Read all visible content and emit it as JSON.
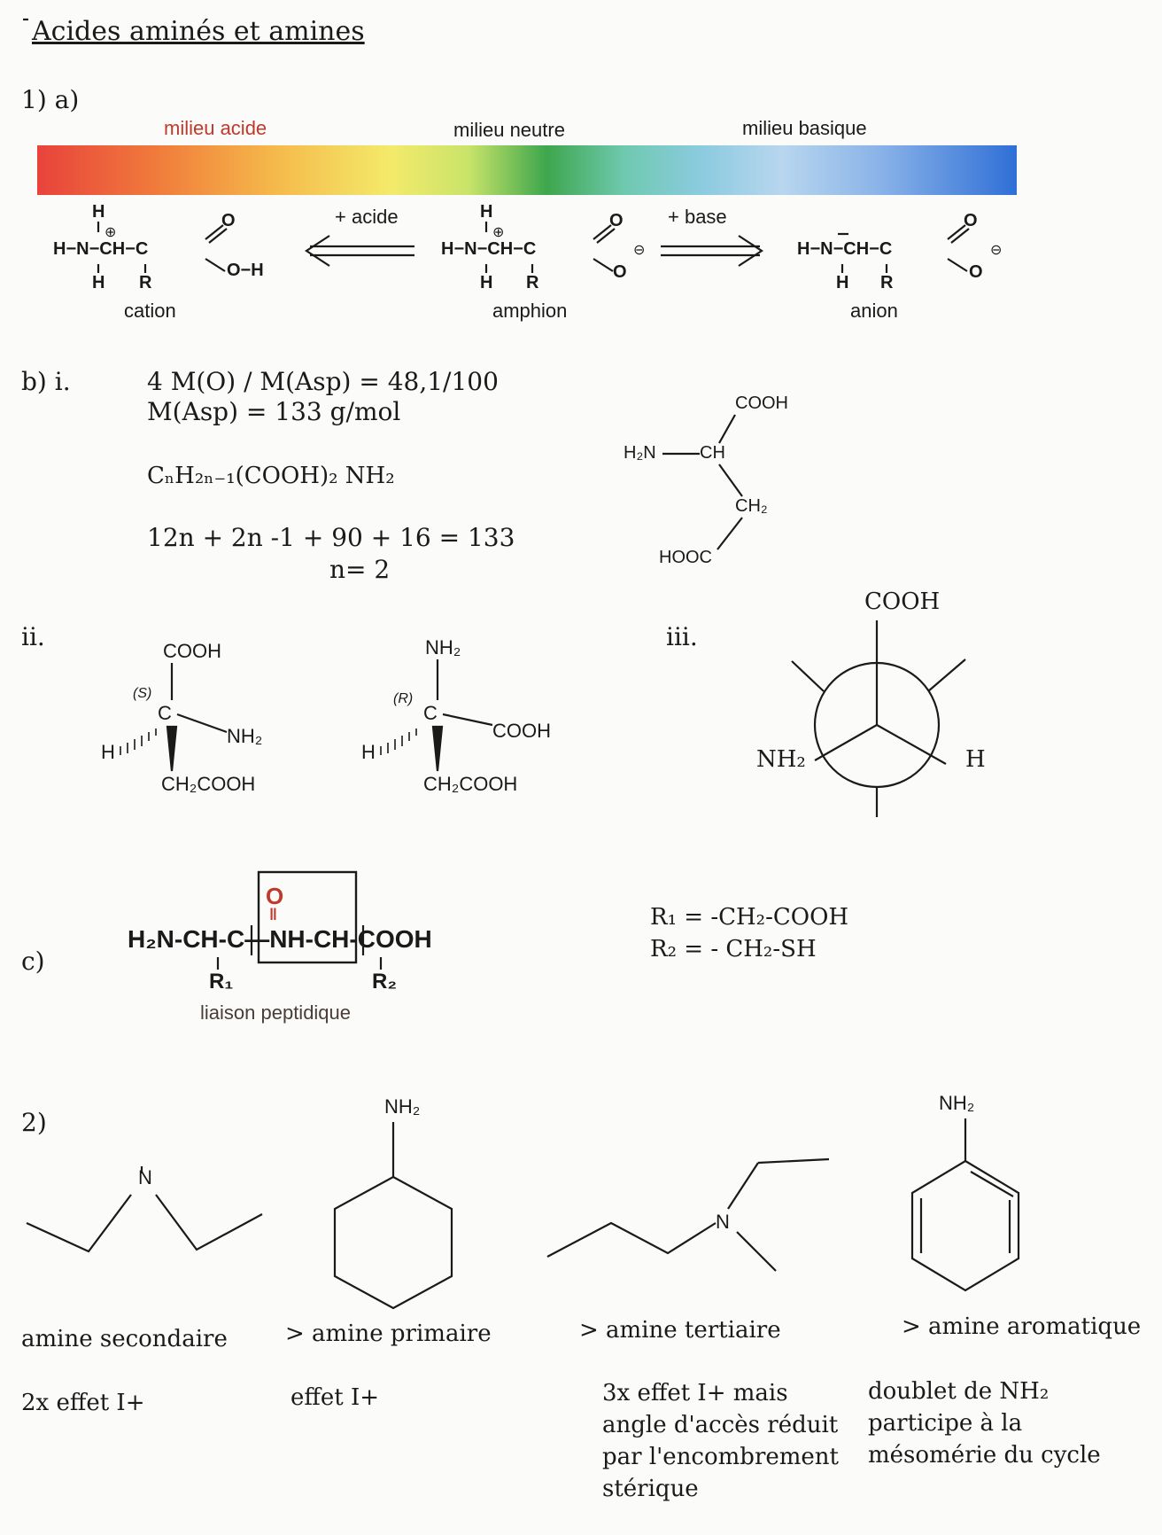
{
  "title": "Acides aminés et amines",
  "part1a": {
    "label": "1) a)",
    "zones": {
      "acid": "milieu acide",
      "neutral": "milieu neutre",
      "basic": "milieu basique"
    },
    "arrow_left": "+ acide",
    "arrow_right": "+ base",
    "species": {
      "cation": "cation",
      "amphion": "amphion",
      "anion": "anion"
    }
  },
  "part1b": {
    "label_i": "b) i.",
    "eq1": "4 M(O) / M(Asp) = 48,1/100",
    "eq2": "M(Asp) = 133 g/mol",
    "formula": "CₙH₂ₙ₋₁(COOH)₂ NH₂",
    "eq3": "12n + 2n -1 + 90 + 16 = 133",
    "eq4": "n= 2",
    "struct": {
      "cooh": "COOH",
      "h2n": "H₂N",
      "ch": "CH",
      "ch2": "CH₂",
      "hooc": "HOOC"
    },
    "label_ii": "ii.",
    "label_iii": "iii.",
    "s_config": {
      "top": "COOH",
      "tag": "(S)",
      "right": "NH₂",
      "bottom": "CH₂COOH",
      "h": "H"
    },
    "r_config": {
      "top": "NH₂",
      "tag": "(R)",
      "right": "COOH",
      "bottom": "CH₂COOH",
      "h": "H"
    },
    "newman": {
      "top": "COOH",
      "left": "NH₂",
      "right": "H"
    }
  },
  "part1c": {
    "label": "c)",
    "dipeptide": "H₂N-CH-C—NH-CH-COOH",
    "r1": "R₁",
    "r2": "R₂",
    "bond_label": "liaison peptidique",
    "r1_def": "R₁ = -CH₂-COOH",
    "r2_def": "R₂ = - CH₂-SH"
  },
  "part2": {
    "label": "2)",
    "amines": [
      {
        "atom": "N",
        "type": "amine secondaire",
        "note": [
          "2x effet I+"
        ]
      },
      {
        "atom": "NH₂",
        "type": "> amine primaire",
        "note": [
          "effet I+"
        ]
      },
      {
        "atom": "N",
        "type": "> amine tertiaire",
        "note": [
          "3x effet I+ mais",
          "angle  d'accès réduit",
          "par l'encombrement",
          "stérique"
        ]
      },
      {
        "atom": "NH₂",
        "type": "> amine aromatique",
        "note": [
          "doublet de NH₂",
          "participe à la",
          "mésomérie du cycle"
        ]
      }
    ]
  }
}
